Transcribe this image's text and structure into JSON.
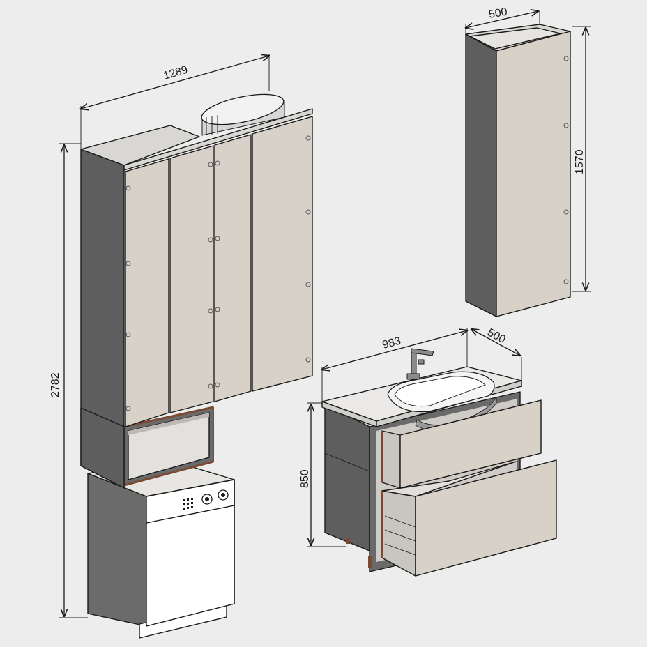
{
  "dimensions": {
    "tall_cabinet_width": "1289",
    "tall_cabinet_height": "2782",
    "wall_cabinet_width": "500",
    "wall_cabinet_height": "1570",
    "vanity_width": "983",
    "vanity_depth": "500",
    "vanity_height": "850"
  },
  "colors": {
    "background": "#ededed",
    "carcass_dark": "#5e5e5e",
    "carcass_side": "#6b6b6b",
    "front_beige": "#d8d1c8",
    "top_light": "#d9d7d4",
    "edge_band": "#7a4a32",
    "white": "#ffffff"
  }
}
